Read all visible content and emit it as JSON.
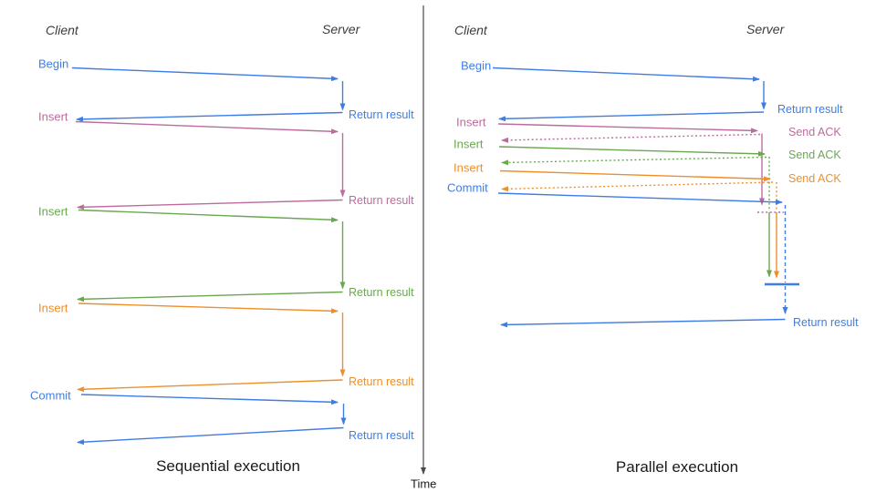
{
  "left_panel": {
    "title": "Sequential execution",
    "client": "Client",
    "server": "Server",
    "steps": [
      {
        "label": "Begin",
        "color": "#3f7de4",
        "reply": "Return result"
      },
      {
        "label": "Insert",
        "color": "#bc6b9d",
        "reply": "Return result"
      },
      {
        "label": "Insert",
        "color": "#6aa84f",
        "reply": "Return result"
      },
      {
        "label": "Insert",
        "color": "#ee8f2b",
        "reply": "Return result"
      },
      {
        "label": "Commit",
        "color": "#3f7de4",
        "reply": "Return result"
      }
    ]
  },
  "right_panel": {
    "title": "Parallel execution",
    "client": "Client",
    "server": "Server",
    "steps": [
      {
        "label": "Begin",
        "color": "#3f7de4",
        "reply": "Return result"
      },
      {
        "label": "Insert",
        "color": "#bc6b9d",
        "reply": "Send ACK"
      },
      {
        "label": "Insert",
        "color": "#6aa84f",
        "reply": "Send ACK"
      },
      {
        "label": "Insert",
        "color": "#ee8f2b",
        "reply": "Send ACK"
      },
      {
        "label": "Commit",
        "color": "#3f7de4",
        "reply": "Return result"
      }
    ]
  },
  "time_axis": {
    "label": "Time",
    "color": "#4a4a4a"
  }
}
